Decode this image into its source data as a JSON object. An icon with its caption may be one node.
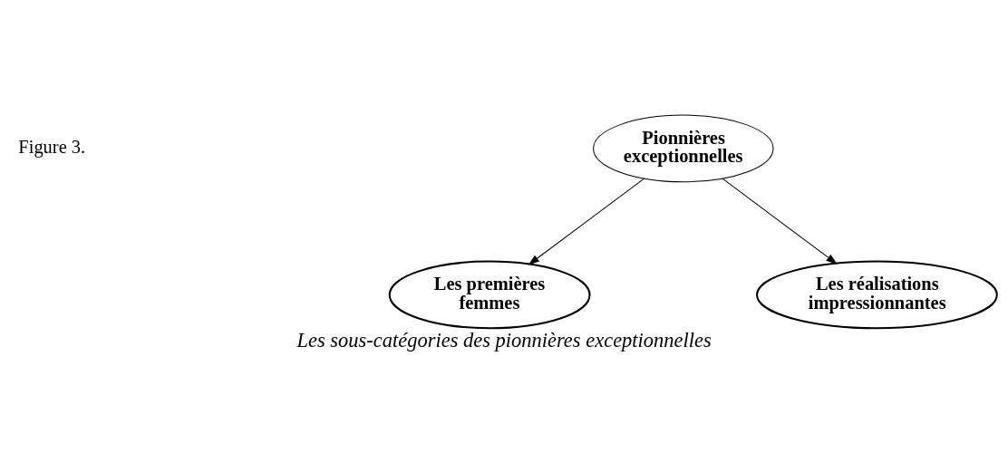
{
  "diagram": {
    "caption": "Les sous-catégories des pionnières exceptionnelles",
    "nodes": [
      {
        "text": [
          "Pionnières exceptionnelles"
        ]
      },
      {
        "text": [
          "Les premières femmes"
        ]
      },
      {
        "text": [
          "Les réalisations impressionnantes"
        ]
      }
    ],
    "edges": [
      {
        "from": 0,
        "to": 1,
        "arrow": "to"
      },
      {
        "from": 0,
        "to": 2,
        "arrow": "to"
      }
    ],
    "labels": [
      "Figure 3."
    ]
  }
}
